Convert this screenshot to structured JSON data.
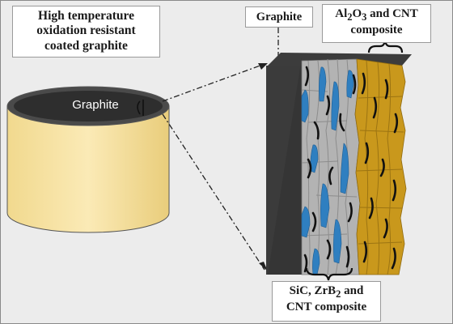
{
  "labels": {
    "main_line1": "High temperature",
    "main_line2": "oxidation resistant",
    "main_line3": "coated graphite",
    "cylinder_top": "Graphite",
    "graphite_pointer": "Graphite",
    "al_prefix": "Al",
    "al_sub1": "2",
    "al_mid": "O",
    "al_sub2": "3",
    "al_suffix": " and CNT",
    "al_line2": "composite",
    "sic_prefix": "SiC, ZrB",
    "sic_sub": "2",
    "sic_suffix": " and",
    "sic_line2": "CNT composite"
  },
  "colors": {
    "background": "#ececec",
    "cylinder_body": "#f7e3a2",
    "graphite_core": "#3a3a3a",
    "sic_grey": "#b3b3b3",
    "zrb2_blue": "#2f7fc0",
    "al2o3_gold": "#c9981c",
    "cnt_black": "#111111"
  }
}
